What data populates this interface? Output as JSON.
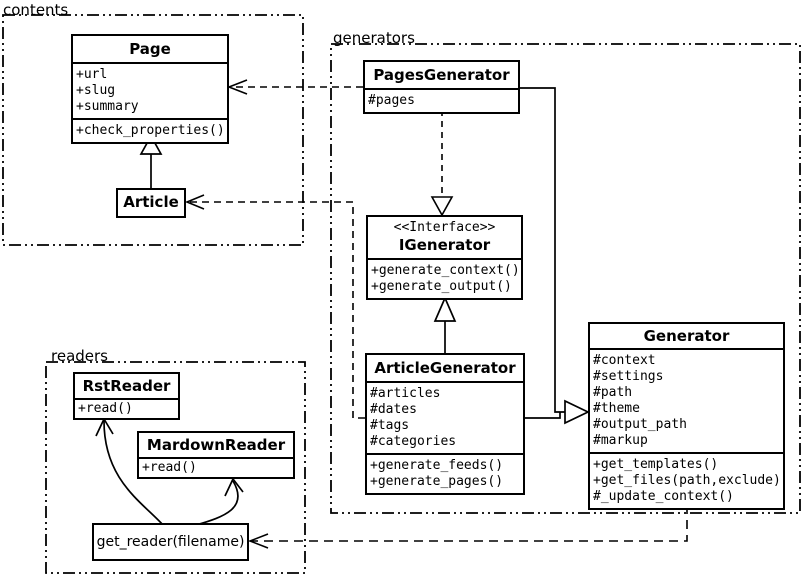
{
  "packages": {
    "contents": {
      "label": "contents"
    },
    "generators": {
      "label": "generators"
    },
    "readers": {
      "label": "readers"
    }
  },
  "classes": {
    "page": {
      "title": "Page",
      "attributes": [
        "+url",
        "+slug",
        "+summary"
      ],
      "methods": [
        "+check_properties()"
      ]
    },
    "article": {
      "title": "Article"
    },
    "pages_generator": {
      "title": "PagesGenerator",
      "attributes": [
        "#pages"
      ]
    },
    "igenerator": {
      "stereotype": "<<Interface>>",
      "title": "IGenerator",
      "methods": [
        "+generate_context()",
        "+generate_output()"
      ]
    },
    "article_generator": {
      "title": "ArticleGenerator",
      "attributes": [
        "#articles",
        "#dates",
        "#tags",
        "#categories"
      ],
      "methods": [
        "+generate_feeds()",
        "+generate_pages()"
      ]
    },
    "generator": {
      "title": "Generator",
      "attributes": [
        "#context",
        "#settings",
        "#path",
        "#theme",
        "#output_path",
        "#markup"
      ],
      "methods": [
        "+get_templates()",
        "+get_files(path,exclude)",
        "#_update_context()"
      ]
    },
    "rst_reader": {
      "title": "RstReader",
      "methods": [
        "+read()"
      ]
    },
    "markdown_reader": {
      "title": "MardownReader",
      "methods": [
        "+read()"
      ]
    },
    "get_reader": {
      "label": "get_reader(filename)"
    }
  },
  "colors": {
    "line": "#000000",
    "background": "#ffffff"
  }
}
